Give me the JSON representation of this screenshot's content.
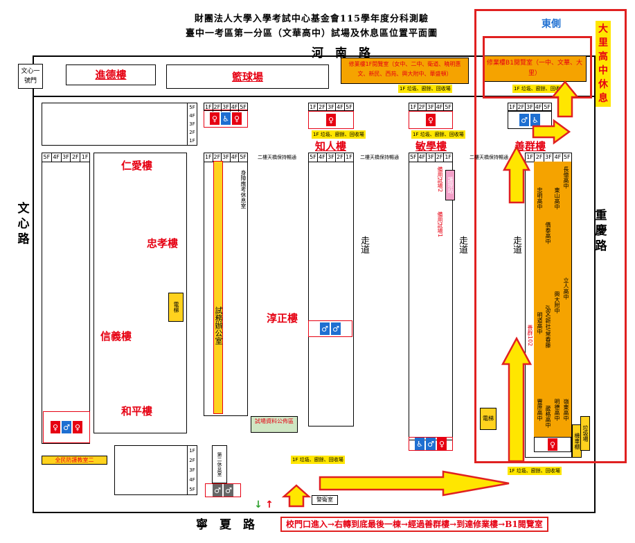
{
  "title_line1": "財團法人大學入學考試中心基金會115學年度分科測驗",
  "title_line2": "臺中一考區第一分區（文華高中）試場及休息區位置平面圖",
  "roads": {
    "north": "河　南　路",
    "south": "寧　夏　路",
    "west": [
      "文",
      "心",
      "路"
    ],
    "east": [
      "重",
      "慶",
      "路"
    ]
  },
  "east_side_label": "東側",
  "dali_rest": [
    "大",
    "里",
    "高",
    "中",
    "休",
    "息"
  ],
  "gate_label": "文心一號門",
  "buildings": {
    "jinde": "進德樓",
    "basketball": "籃球場",
    "renai": "仁愛樓",
    "zhongxiao": "忠孝樓",
    "xinyi": "信義樓",
    "heping": "和平樓",
    "zhiren": "知人樓",
    "minxue": "敏學樓",
    "shanqun": "善群樓",
    "chunzheng": "淳正樓"
  },
  "xiuye_1f": "修業樓1F閱覽室（女中、二中、衛道、曉明惠文、新民、西苑、興大附中、華盛頓）",
  "xiuye_b1": "修業樓B1閱覽室（一中、文華、大里）",
  "trash_tag": "1F 垃圾、廚餘、回收場",
  "elevator": "電梯",
  "floors_5to1": [
    "5F",
    "4F",
    "3F",
    "2F",
    "1F"
  ],
  "floors_1to5": [
    "1F",
    "2F",
    "3F",
    "4F",
    "5F"
  ],
  "exam_room": "試場",
  "office": "試務辦公室",
  "disabled_rest": "身障應考休息室",
  "nurse": "護理站",
  "spare1": "備用試場1",
  "spare2": "備用試場2",
  "corridor": "走道",
  "bridge_note": "二樓天橋保持暢通",
  "civil_defense": "全民防護教室二",
  "notice_board": "試場資料公佈區",
  "guard_room": "警衛室",
  "parking": "機車棚",
  "trash_field": "垃圾場",
  "school_rooms": [
    "忠明高中",
    "僑泰高中",
    "東山高中",
    "長億高中",
    "立人高中",
    "明道高中",
    "弘文/新社/常春藤",
    "興大附中",
    "明德高中",
    "嶺東高中",
    "葳格高中",
    "豐原高中",
    "善群102"
  ],
  "second_rest": "第二休息室",
  "route_text": "校門口進入→右轉到底最後一棟→經過善群樓→到達修業樓→B1閱覽室",
  "colors": {
    "red": "#e60012",
    "yellow": "#ffd21e",
    "orange": "#f5a300",
    "blue": "#1e6fd1"
  }
}
